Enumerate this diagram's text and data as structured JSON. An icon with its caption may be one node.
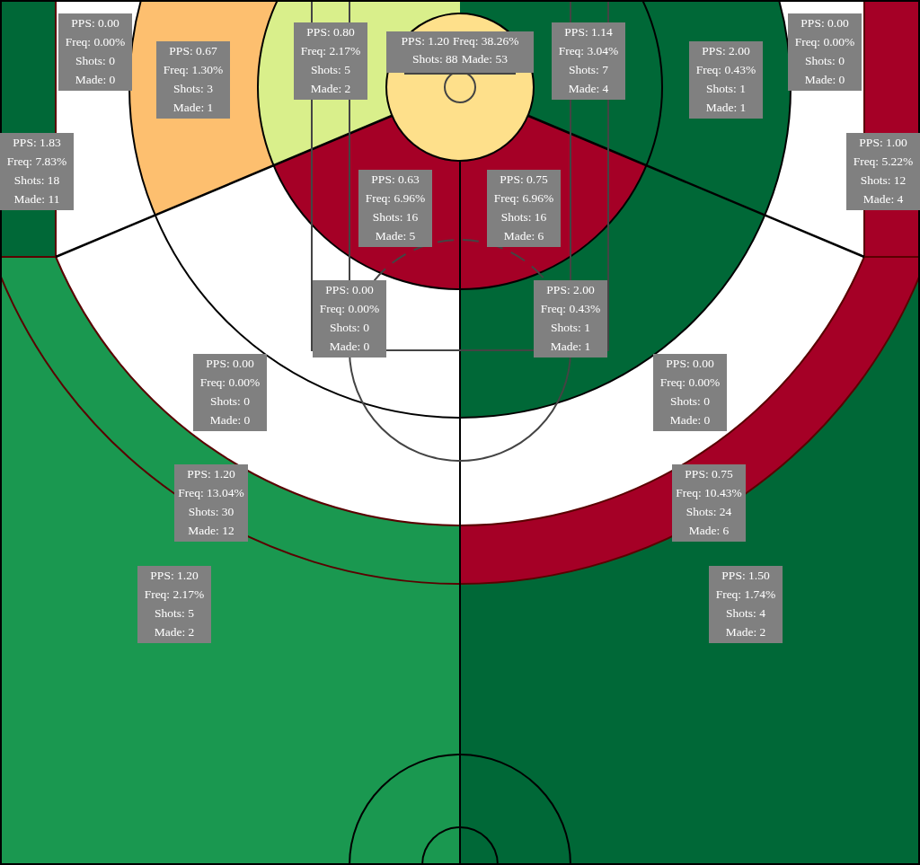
{
  "diagram": {
    "nodes": [
      {
        "text": [
          "PPS: 0.00",
          "Freq: 0.00%",
          "Shots: 0",
          "Made: 0"
        ]
      },
      {
        "text": [
          "PPS: 0.67",
          "Freq: 1.30%",
          "Shots: 3",
          "Made: 1"
        ]
      },
      {
        "text": [
          "PPS: 0.80",
          "Freq: 2.17%",
          "Shots: 5",
          "Made: 2"
        ]
      },
      {
        "text": [
          "PPS: 1.20",
          "Freq: 38.26%",
          "Shots: 88",
          "Made: 53"
        ]
      },
      {
        "text": [
          "PPS: 1.14",
          "Freq: 3.04%",
          "Shots: 7",
          "Made: 4"
        ]
      },
      {
        "text": [
          "PPS: 2.00",
          "Freq: 0.43%",
          "Shots: 1",
          "Made: 1"
        ]
      },
      {
        "text": [
          "PPS: 0.00",
          "Freq: 0.00%",
          "Shots: 0",
          "Made: 0"
        ]
      },
      {
        "text": [
          "PPS: 1.83",
          "Freq: 7.83%",
          "Shots: 18",
          "Made: 11"
        ]
      },
      {
        "text": [
          "PPS: 1.00",
          "Freq: 5.22%",
          "Shots: 12",
          "Made: 4"
        ]
      },
      {
        "text": [
          "PPS: 0.63",
          "Freq: 6.96%",
          "Shots: 16",
          "Made: 5"
        ]
      },
      {
        "text": [
          "PPS: 0.75",
          "Freq: 6.96%",
          "Shots: 16",
          "Made: 6"
        ]
      },
      {
        "text": [
          "PPS: 0.00",
          "Freq: 0.00%",
          "Shots: 0",
          "Made: 0"
        ]
      },
      {
        "text": [
          "PPS: 2.00",
          "Freq: 0.43%",
          "Shots: 1",
          "Made: 1"
        ]
      },
      {
        "text": [
          "PPS: 0.00",
          "Freq: 0.00%",
          "Shots: 0",
          "Made: 0"
        ]
      },
      {
        "text": [
          "PPS: 0.00",
          "Freq: 0.00%",
          "Shots: 0",
          "Made: 0"
        ]
      },
      {
        "text": [
          "PPS: 1.20",
          "Freq: 13.04%",
          "Shots: 30",
          "Made: 12"
        ]
      },
      {
        "text": [
          "PPS: 0.75",
          "Freq: 10.43%",
          "Shots: 24",
          "Made: 6"
        ]
      },
      {
        "text": [
          "PPS: 1.20",
          "Freq: 2.17%",
          "Shots: 5",
          "Made: 2"
        ]
      },
      {
        "text": [
          "PPS: 1.50",
          "Freq: 1.74%",
          "Shots: 4",
          "Made: 2"
        ]
      }
    ]
  }
}
